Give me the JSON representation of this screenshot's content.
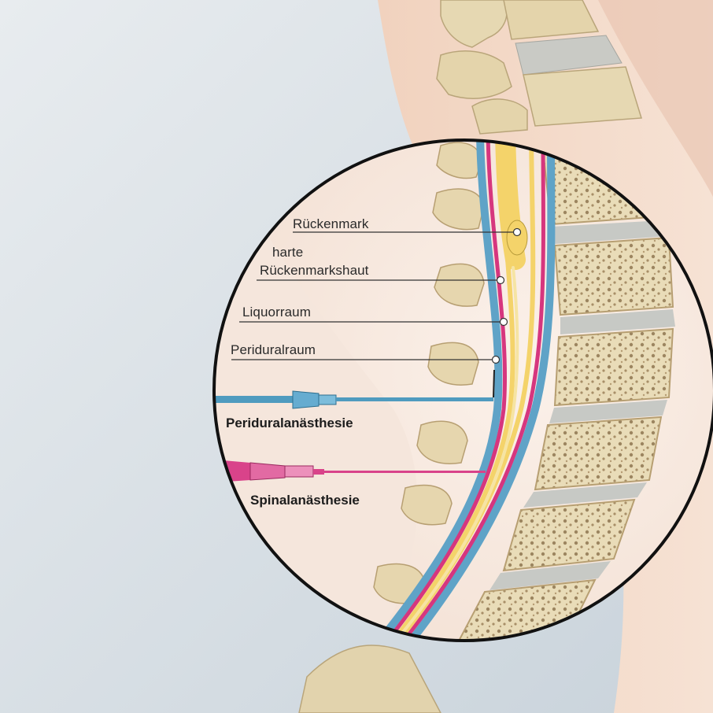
{
  "labels": {
    "spinal_cord": "Rückenmark",
    "dura_line1": "harte",
    "dura_line2": "Rückenmarkshaut",
    "csf_space": "Liquorraum",
    "epidural_space": "Periduralraum"
  },
  "procedures": {
    "epidural": "Periduralanästhesie",
    "spinal": "Spinalanästhesie"
  },
  "colors": {
    "background": "#dfe5ea",
    "skin": "#f3d8c6",
    "bone": "#e9ddb9",
    "bone_shadow": "#c9b78a",
    "disc": "#c7c9c5",
    "dura_pink": "#d6367e",
    "csf_blue": "#5fa3c7",
    "spinal_cord_yellow": "#f4d36a",
    "epidural_needle": "#4f9bbf",
    "spinal_needle": "#d9438a"
  }
}
